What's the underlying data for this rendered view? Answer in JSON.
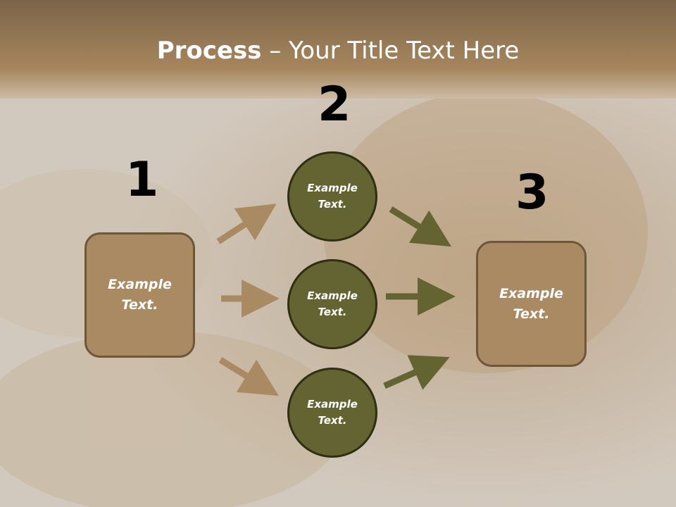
{
  "slide": {
    "title_bold": "Process",
    "title_rest": " – Your Title Text Here"
  },
  "steps": {
    "one": {
      "number": "1",
      "line1": "Example",
      "line2": "Text."
    },
    "two": {
      "number": "2"
    },
    "three": {
      "number": "3",
      "line1": "Example",
      "line2": "Text."
    }
  },
  "circles": [
    {
      "line1": "Example",
      "line2": "Text."
    },
    {
      "line1": "Example",
      "line2": "Text."
    },
    {
      "line1": "Example",
      "line2": "Text."
    }
  ],
  "colors": {
    "box_fill": "#a98a63",
    "circle_fill": "#646432",
    "arrow_left": "#a98a63",
    "arrow_right": "#646432"
  }
}
